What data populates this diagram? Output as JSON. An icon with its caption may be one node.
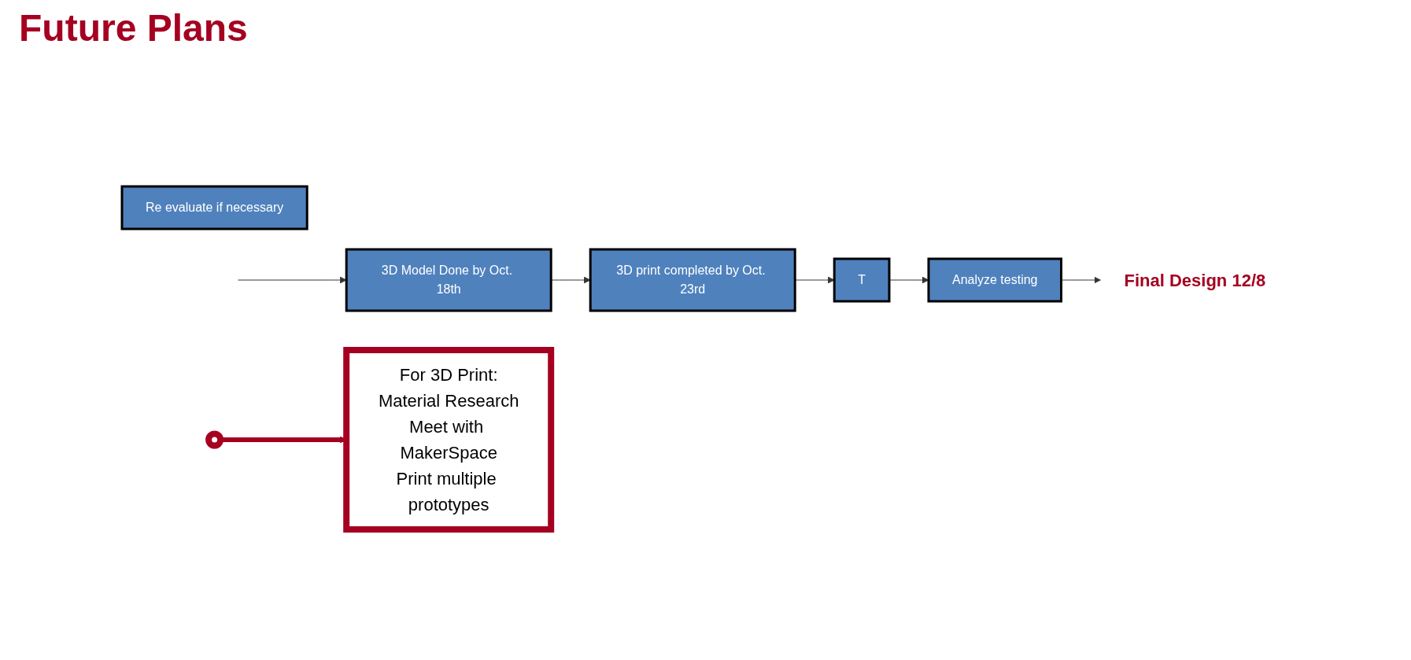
{
  "diagram": {
    "title": "Future Plans",
    "nodes": [
      {
        "text": [
          "Re evaluate if necessary"
        ]
      },
      {
        "text": [
          "3D Model Done by Oct. 18th"
        ]
      },
      {
        "text": [],
        "shape": "circle"
      },
      {
        "text": [
          "3D print completed by Oct. 23rd"
        ]
      },
      {
        "text": [
          "For 3D Print:",
          "Material Research",
          "Meet with MakerSpace",
          "Print multiple prototypes"
        ]
      },
      {
        "text": [
          "T"
        ]
      },
      {
        "text": [
          "Analyze testing"
        ]
      },
      {
        "text": [
          "Final Design 12/8"
        ]
      }
    ],
    "edges": [
      {
        "from": null,
        "to": 1,
        "arrow": "to"
      },
      {
        "from": 1,
        "to": 3,
        "arrow": "to"
      },
      {
        "from": 3,
        "to": 5,
        "arrow": "to"
      },
      {
        "from": 5,
        "to": 6,
        "arrow": "to"
      },
      {
        "from": 6,
        "to": 7,
        "arrow": "to"
      },
      {
        "from": 2,
        "to": 4,
        "arrow": "to",
        "style": "thick",
        "color": "#a50021"
      }
    ]
  }
}
